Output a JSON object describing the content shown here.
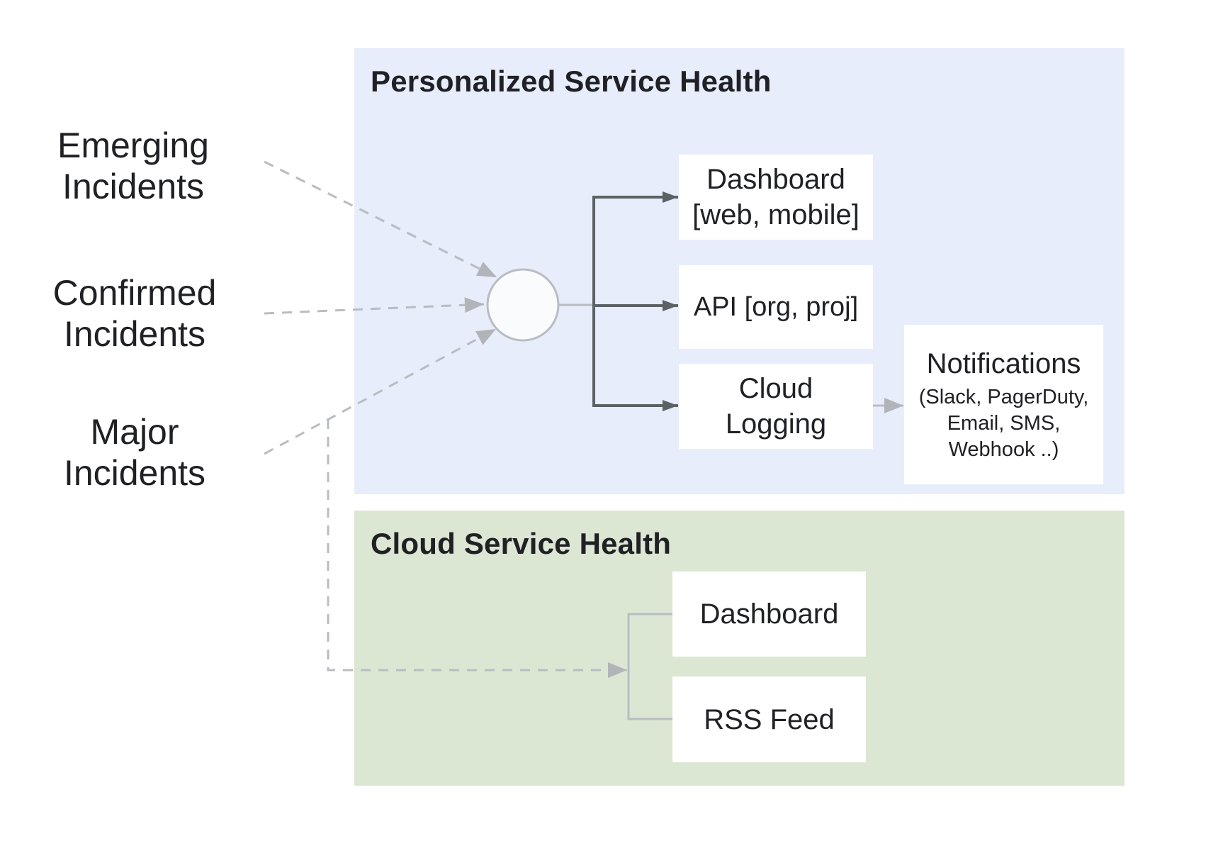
{
  "sources": [
    {
      "label": "Emerging\nIncidents"
    },
    {
      "label": "Confirmed\nIncidents"
    },
    {
      "label": "Major\nIncidents"
    }
  ],
  "personalized": {
    "title": "Personalized Service Health",
    "background": "#e8edfb",
    "boxes": {
      "dashboard": {
        "label": "Dashboard\n[web, mobile]"
      },
      "api": {
        "label": "API [org, proj]"
      },
      "cloud_logging": {
        "label": "Cloud\nLogging"
      },
      "notifications": {
        "title": "Notifications",
        "channels": "(Slack, PagerDuty,\nEmail, SMS,\nWebhook ..)"
      }
    }
  },
  "cloud": {
    "title": "Cloud Service Health",
    "background": "#dbe7d3",
    "boxes": {
      "dashboard": {
        "label": "Dashboard"
      },
      "rss_feed": {
        "label": "RSS Feed"
      }
    }
  },
  "colors": {
    "panel_blue": "#e8edfb",
    "panel_green": "#dbe7d3",
    "box_white": "#ffffff",
    "text_dark": "#202124",
    "connector_gray": "#b9bdc2",
    "arrowhead_gray": "#b1b5b9",
    "connector_dark": "#5c6165",
    "hub_fill": "#fafbfd"
  }
}
